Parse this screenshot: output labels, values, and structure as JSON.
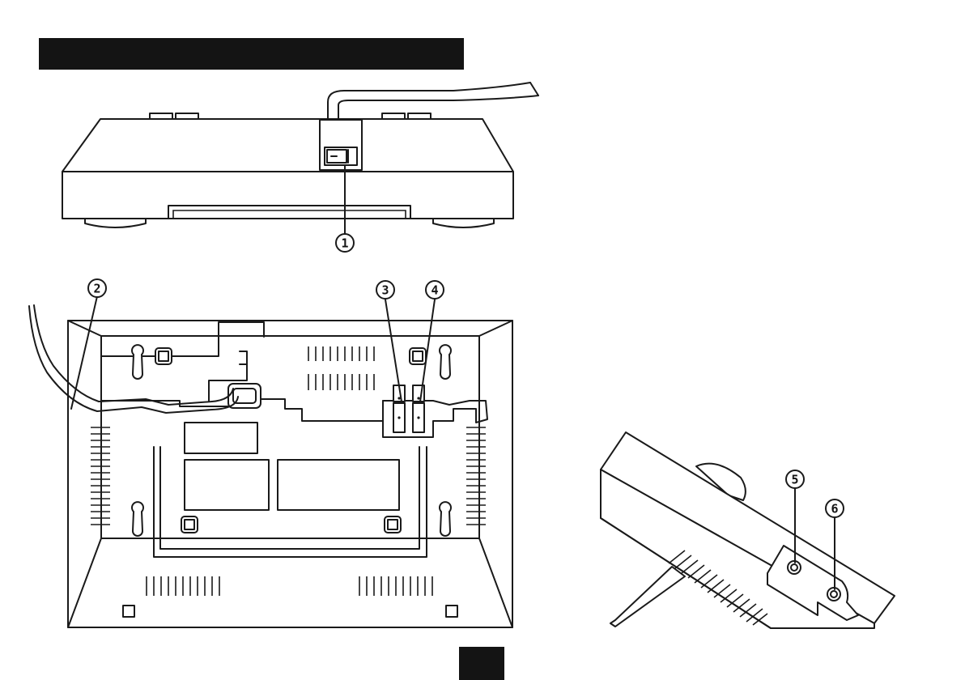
{
  "header": {
    "title": ""
  },
  "callouts": [
    {
      "number": "1",
      "part": ""
    },
    {
      "number": "2",
      "part": ""
    },
    {
      "number": "3",
      "part": ""
    },
    {
      "number": "4",
      "part": ""
    },
    {
      "number": "5",
      "part": ""
    },
    {
      "number": "6",
      "part": ""
    }
  ],
  "page_tab": {
    "label": ""
  },
  "colors": {
    "ink": "#141414",
    "paper": "#ffffff"
  }
}
